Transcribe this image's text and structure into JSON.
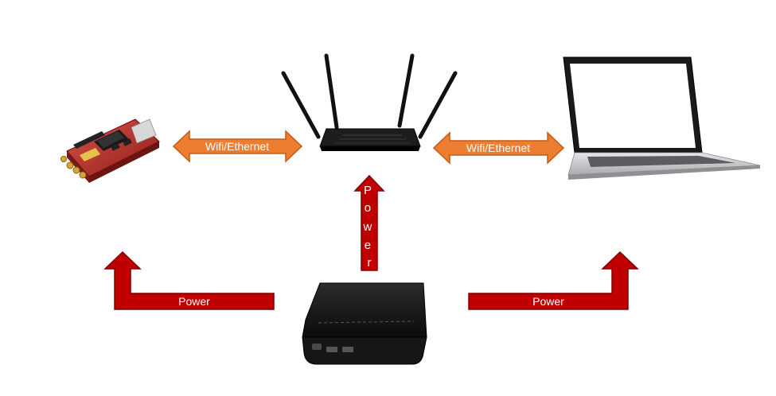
{
  "arrows": {
    "left_link_label": "Wifi/Ethernet",
    "right_link_label": "Wifi/Ethernet",
    "vertical_power_label": "Power",
    "left_power_label": "Power",
    "right_power_label": "Power"
  },
  "colors": {
    "link_arrow_fill": "#ED7D31",
    "link_arrow_stroke": "#C55A11",
    "power_arrow_fill": "#C00000",
    "power_arrow_stroke": "#7F0000",
    "label_text": "#ffffff"
  },
  "devices": {
    "board": "sdr-board",
    "router": "wifi-router",
    "laptop": "laptop",
    "battery": "power-bank"
  }
}
